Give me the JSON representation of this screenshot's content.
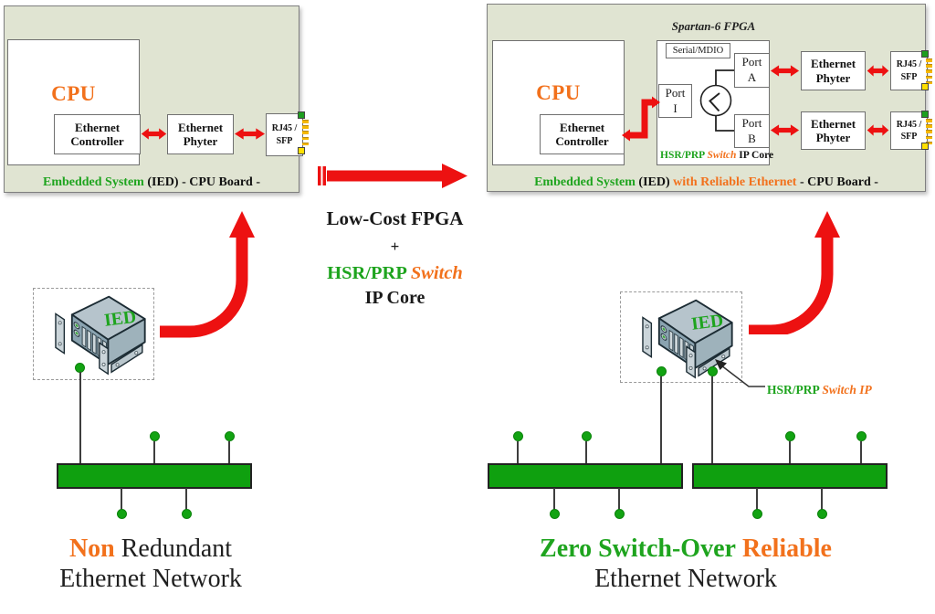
{
  "board_left": {
    "cpu": "CPU",
    "controller_l1": "Ethernet",
    "controller_l2": "Controller",
    "phyter_l1": "Ethernet",
    "phyter_l2": "Phyter",
    "rj45_l1": "RJ45 /",
    "rj45_l2": "SFP",
    "caption_green": "Embedded System",
    "caption_black": "(IED) - CPU Board -"
  },
  "board_right": {
    "fpga_title": "Spartan-6 FPGA",
    "cpu": "CPU",
    "controller_l1": "Ethernet",
    "controller_l2": "Controller",
    "serial_mdio": "Serial/MDIO",
    "port_word": "Port",
    "port_i": "I",
    "port_a": "A",
    "port_b": "B",
    "core_green": "HSR/PRP",
    "core_orange": "Switch",
    "core_black": "IP Core",
    "phyter_l1": "Ethernet",
    "phyter_l2": "Phyter",
    "rj45_l1": "RJ45 /",
    "rj45_l2": "SFP",
    "caption_green": "Embedded System",
    "caption_black1": "(IED)",
    "caption_orange": "with Reliable Ethernet",
    "caption_black2": "- CPU Board -"
  },
  "transform": {
    "line1": "Low-Cost FPGA",
    "plus": "+",
    "hsr": "HSR/PRP",
    "switch": "Switch",
    "ipcore": "IP Core"
  },
  "network_left": {
    "ied": "IED",
    "caption_orange": "Non",
    "caption_black": "Redundant",
    "caption_line2": "Ethernet Network"
  },
  "network_right": {
    "ied": "IED",
    "annot_green": "HSR/PRP",
    "annot_orange": "Switch IP",
    "caption_green": "Zero Switch-Over",
    "caption_orange": "Reliable",
    "caption_line2": "Ethernet Network"
  },
  "colors": {
    "green": "#1EA41E",
    "orange": "#F2711C",
    "red": "#ED1111",
    "panel_bg": "#E0E4D2",
    "bus_green": "#0FA00F",
    "led_gray": "#B6C4CC"
  }
}
